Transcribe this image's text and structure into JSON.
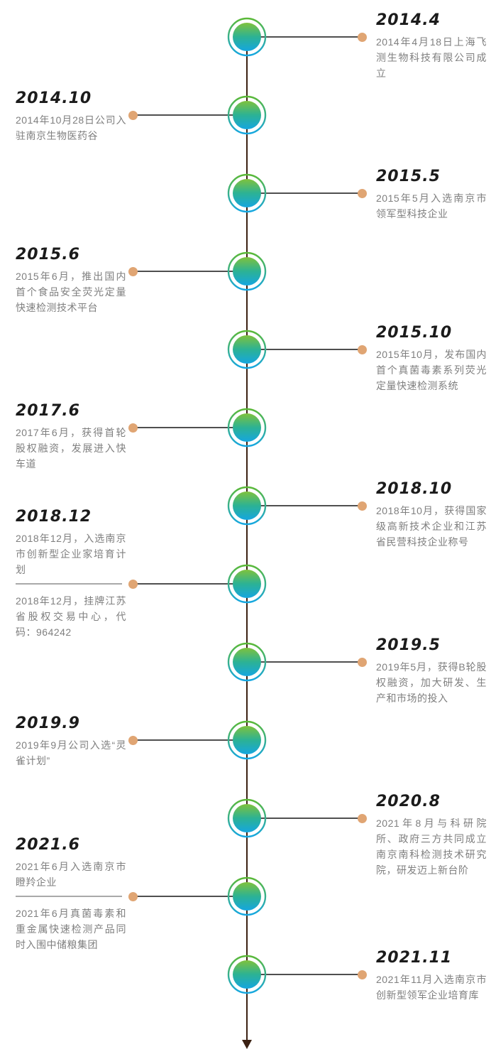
{
  "page": {
    "background": "#ffffff",
    "type": "company-history-vertical-timeline"
  },
  "colors": {
    "axis-color": "#3b2113",
    "line-color": "#4f4f4f",
    "dot-color": "#e0a573",
    "title-color": "#1b1b1b",
    "body-color": "#7f7f7f",
    "divider-color": "#a9a9a9",
    "node-green": "#6fbf3d",
    "node-teal": "#2cb294",
    "node-blue": "#15a6e0"
  },
  "icons": {
    "node": "gradient-ring-circle",
    "axis_end": "down-arrow"
  },
  "timeline": {
    "entries": [
      {
        "date": "2014.4",
        "side": "right",
        "paragraphs": [
          "2014年4月18日上海飞测生物科技有限公司成立"
        ]
      },
      {
        "date": "2014.10",
        "side": "left",
        "paragraphs": [
          "2014年10月28日公司入驻南京生物医药谷"
        ]
      },
      {
        "date": "2015.5",
        "side": "right",
        "paragraphs": [
          "2015年5月入选南京市领军型科技企业"
        ]
      },
      {
        "date": "2015.6",
        "side": "left",
        "paragraphs": [
          "2015年6月，推出国内首个食品安全荧光定量快速检测技术平台"
        ]
      },
      {
        "date": "2015.10",
        "side": "right",
        "paragraphs": [
          "2015年10月，发布国内首个真菌毒素系列荧光定量快速检测系统"
        ]
      },
      {
        "date": "2017.6",
        "side": "left",
        "paragraphs": [
          "2017年6月，获得首轮股权融资，发展进入快车道"
        ]
      },
      {
        "date": "2018.10",
        "side": "right",
        "paragraphs": [
          "2018年10月，获得国家级高新技术企业和江苏省民营科技企业称号"
        ]
      },
      {
        "date": "2018.12",
        "side": "left",
        "paragraphs": [
          "2018年12月，入选南京市创新型企业家培育计划",
          "2018年12月，挂牌江苏省股权交易中心，代码：964242"
        ]
      },
      {
        "date": "2019.5",
        "side": "right",
        "paragraphs": [
          "2019年5月，获得B轮股权融资，加大研发、生产和市场的投入"
        ]
      },
      {
        "date": "2019.9",
        "side": "left",
        "paragraphs": [
          "2019年9月公司入选“灵雀计划”"
        ]
      },
      {
        "date": "2020.8",
        "side": "right",
        "paragraphs": [
          "2021年8月与科研院所、政府三方共同成立南京南科检测技术研究院，研发迈上新台阶"
        ]
      },
      {
        "date": "2021.6",
        "side": "left",
        "paragraphs": [
          "2021年6月入选南京市瞪羚企业",
          "2021年6月真菌毒素和重金属快速检测产品同时入围中储粮集团"
        ]
      },
      {
        "date": "2021.11",
        "side": "right",
        "paragraphs": [
          "2021年11月入选南京市创新型领军企业培育库"
        ]
      }
    ]
  }
}
